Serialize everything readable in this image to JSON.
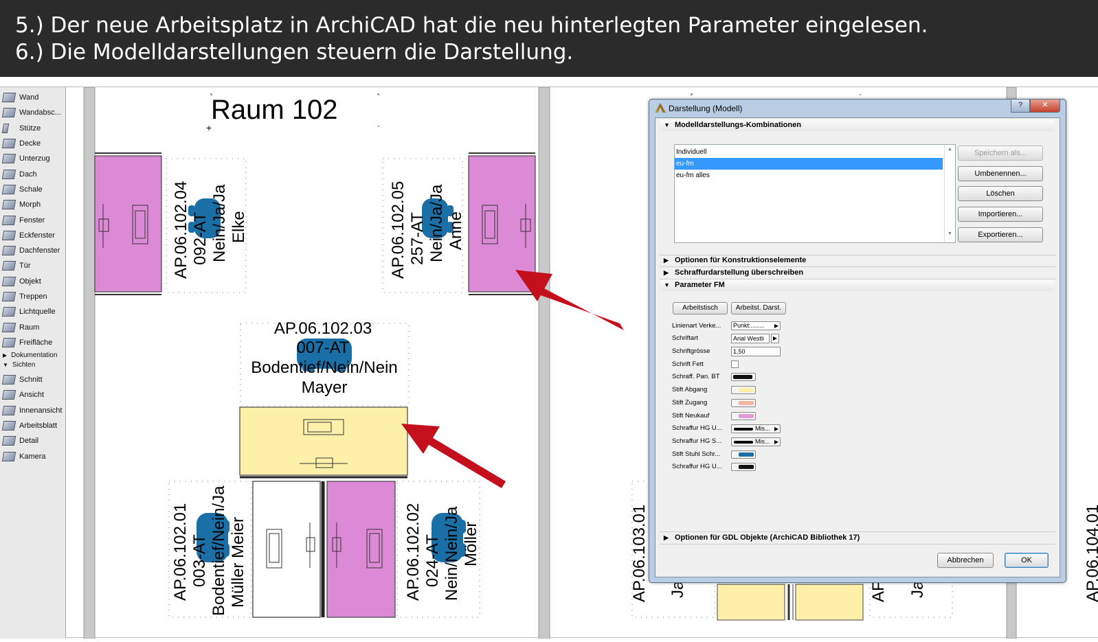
{
  "banner": {
    "line1": "5.) Der neue Arbeitsplatz in ArchiCAD hat die neu hinterlegten Parameter eingelesen.",
    "line2": "6.) Die Modelldarstellungen steuern die Darstellung."
  },
  "toolbox": {
    "items": [
      "Wand",
      "Wandabsc...",
      "Stütze",
      "Decke",
      "Unterzug",
      "Dach",
      "Schale",
      "Morph",
      "Fenster",
      "Eckfenster",
      "Dachfenster",
      "Tür",
      "Objekt",
      "Treppen",
      "Lichtquelle",
      "Raum",
      "Freifläche"
    ],
    "section_doc": "Dokumentation",
    "section_views": "Sichten",
    "view_items": [
      "Schnitt",
      "Ansicht",
      "Innenansicht",
      "Arbeitsblatt",
      "Detail",
      "Kamera"
    ]
  },
  "plan": {
    "room_title": "Raum 102",
    "desk_04": {
      "line1": "AP.06.102.04",
      "line2": "092-AT",
      "line3": "Nein/Ja/Ja",
      "line4": "Elke"
    },
    "desk_05": {
      "line1": "AP.06.102.05",
      "line2": "257-AT",
      "line3": "Nein/Ja/Ja",
      "line4": "Anne"
    },
    "desk_03": {
      "line1": "AP.06.102.03",
      "line2": "007-AT",
      "line3": "Bodentief/Nein/Nein",
      "line4": "Mayer"
    },
    "desk_01": {
      "line1": "AP.06.102.01",
      "line2": "003-AT",
      "line3": "Bodentief/Nein/Ja",
      "line4": "Müller Meier"
    },
    "desk_02": {
      "line1": "AP.06.102.02",
      "line2": "024-AT",
      "line3": "Nein/Nein/Ja",
      "line4": "Möller"
    },
    "right_label_1": "AP.06.103.01",
    "right_label_2": "AP.06.104.01",
    "right_frag_1": "Ja",
    "right_frag_2": "AF",
    "right_frag_3": "Ja",
    "colors": {
      "pink": "#dd8ad6",
      "yellow": "#fef0a9",
      "chair": "#1a6fa6",
      "arrow": "#c4101c"
    }
  },
  "dialog": {
    "title": "Darstellung (Modell)",
    "help": "?",
    "close": "✕",
    "sec1": "Modelldarstellungs-Kombinationen",
    "combos": [
      "Individuell",
      "eu-fm",
      "eu-fm alles"
    ],
    "selected": "eu-fm",
    "btn_save": "Speichern als...",
    "btn_rename": "Umbenennen...",
    "btn_delete": "Löschen",
    "btn_import": "Importieren...",
    "btn_export": "Exportieren...",
    "sec2": "Optionen für Konstruktionselemente",
    "sec3": "Schraffurdarstellung überschreiben",
    "sec4": "Parameter FM",
    "tab1": "Arbeitstisch",
    "tab2": "Arbeitst. Darst.",
    "params": [
      {
        "label": "Linienart Verke...",
        "value": "Punkt:........"
      },
      {
        "label": "Schriftart",
        "value": "Arial Westli"
      },
      {
        "label": "Schriftgrösse",
        "value": "1,50"
      },
      {
        "label": "Schrift Fett",
        "value": ""
      },
      {
        "label": "Schraff. Pan. BT",
        "value": ""
      },
      {
        "label": "Stift Abgang",
        "value": ""
      },
      {
        "label": "Stift Zugang",
        "value": ""
      },
      {
        "label": "Stift Neukauf",
        "value": ""
      },
      {
        "label": "Schraffur HG U...",
        "value": "Mis..."
      },
      {
        "label": "Schraffur HG S...",
        "value": "Mis..."
      },
      {
        "label": "Stift Stuhl Schr...",
        "value": ""
      },
      {
        "label": "Schraffur HG U...",
        "value": ""
      }
    ],
    "swatch_colors": {
      "abgang": "#fbf0a6",
      "zugang": "#f6b3a4",
      "neukauf": "#e39ad9",
      "stuhl": "#1a6fa6",
      "hg": "#111111"
    },
    "sec5": "Optionen für GDL Objekte (ArchiCAD Bibliothek 17)",
    "btn_cancel": "Abbrechen",
    "btn_ok": "OK"
  }
}
